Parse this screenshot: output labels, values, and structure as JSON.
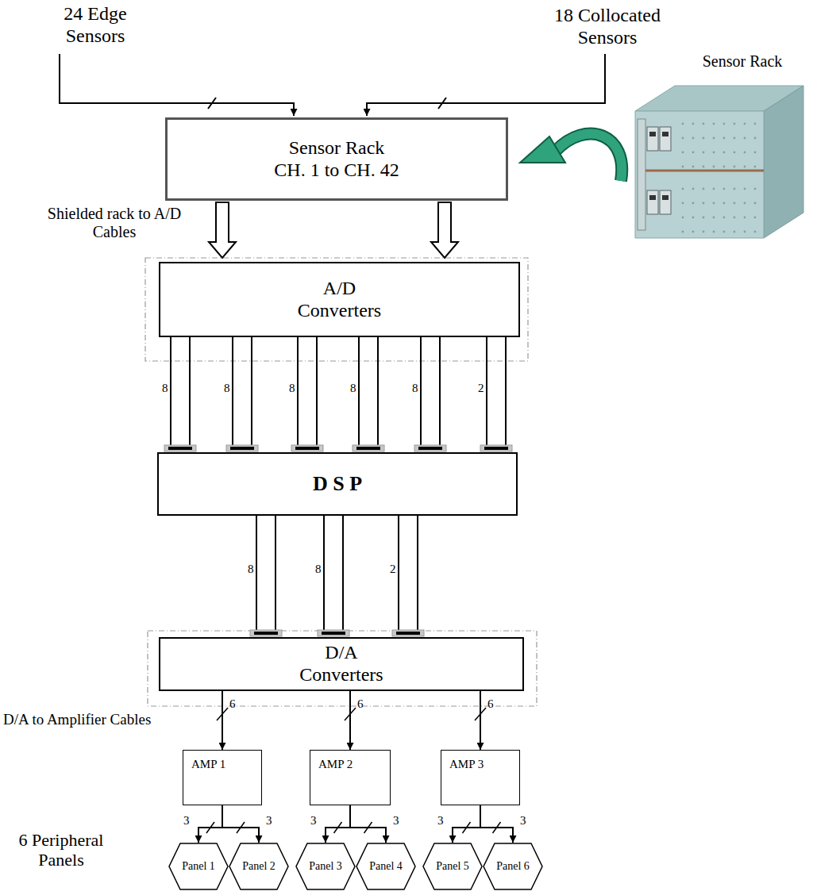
{
  "diagram": {
    "nodes": [
      {
        "text": [
          "Sensor Rack CH. 1 to CH. 42"
        ]
      },
      {
        "text": [
          "A/D Converters"
        ]
      },
      {
        "text": [
          "D S P"
        ]
      },
      {
        "text": [
          "D/A Converters"
        ]
      },
      {
        "text": [
          "AMP 1"
        ]
      },
      {
        "text": [
          "AMP 2"
        ]
      },
      {
        "text": [
          "AMP 3"
        ]
      },
      {
        "text": [
          "Panel 1"
        ]
      },
      {
        "text": [
          "Panel 2"
        ]
      },
      {
        "text": [
          "Panel 3"
        ]
      },
      {
        "text": [
          "Panel 4"
        ]
      },
      {
        "text": [
          "Panel 5"
        ]
      },
      {
        "text": [
          "Panel 6"
        ]
      }
    ],
    "edges": [
      {
        "from": 0,
        "to": 1,
        "arrow": "to"
      },
      {
        "from": 0,
        "to": 1,
        "arrow": "to"
      },
      {
        "from": 1,
        "to": 2,
        "label": "8",
        "arrow": "none"
      },
      {
        "from": 1,
        "to": 2,
        "label": "8",
        "arrow": "none"
      },
      {
        "from": 1,
        "to": 2,
        "label": "8",
        "arrow": "none"
      },
      {
        "from": 1,
        "to": 2,
        "label": "8",
        "arrow": "none"
      },
      {
        "from": 1,
        "to": 2,
        "label": "8",
        "arrow": "none"
      },
      {
        "from": 1,
        "to": 2,
        "label": "2",
        "arrow": "none"
      },
      {
        "from": 2,
        "to": 3,
        "label": "8",
        "arrow": "none"
      },
      {
        "from": 2,
        "to": 3,
        "label": "8",
        "arrow": "none"
      },
      {
        "from": 2,
        "to": 3,
        "label": "2",
        "arrow": "none"
      },
      {
        "from": 3,
        "to": 4,
        "label": "6",
        "arrow": "to"
      },
      {
        "from": 3,
        "to": 5,
        "label": "6",
        "arrow": "to"
      },
      {
        "from": 3,
        "to": 6,
        "label": "6",
        "arrow": "to"
      },
      {
        "from": 4,
        "to": 7,
        "label": "3",
        "arrow": "to"
      },
      {
        "from": 4,
        "to": 8,
        "label": "3",
        "arrow": "to"
      },
      {
        "from": 5,
        "to": 9,
        "label": "3",
        "arrow": "to"
      },
      {
        "from": 5,
        "to": 10,
        "label": "3",
        "arrow": "to"
      },
      {
        "from": 6,
        "to": 11,
        "label": "3",
        "arrow": "to"
      },
      {
        "from": 6,
        "to": 12,
        "label": "3",
        "arrow": "to"
      }
    ],
    "labels": [
      "24 Edge Sensors",
      "18 Collocated Sensors",
      "Sensor Rack",
      "Shielded rack to A/D Cables",
      "D/A to Amplifier Cables",
      "6 Peripheral Panels"
    ]
  }
}
